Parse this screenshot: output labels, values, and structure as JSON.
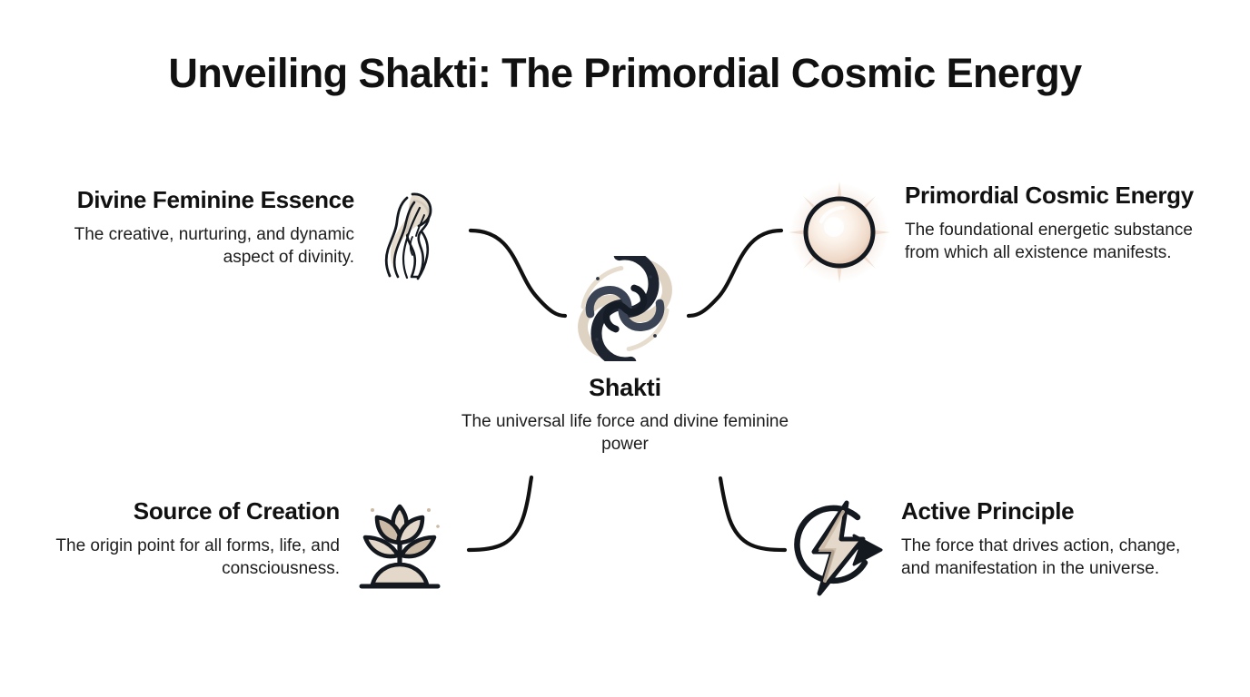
{
  "title": "Unveiling Shakti: The Primordial Cosmic Energy",
  "hub": {
    "icon": "spiral-galaxy-vortex-icon",
    "label": "Shakti",
    "description": "The universal life force and divine feminine power"
  },
  "nodes": [
    {
      "id": "divine-feminine-essence",
      "position": "top-left",
      "icon": "divine-feminine-silhouette-icon",
      "title": "Divine Feminine Essence",
      "description": "The creative, nurturing, and dynamic aspect of divinity."
    },
    {
      "id": "primordial-cosmic-energy",
      "position": "top-right",
      "icon": "glowing-orb-icon",
      "title": "Primordial Cosmic Energy",
      "description": "The foundational energetic substance from which all existence manifests."
    },
    {
      "id": "source-of-creation",
      "position": "bottom-left",
      "icon": "sprouting-plant-icon",
      "title": "Source of Creation",
      "description": "The origin point for all forms, life, and consciousness."
    },
    {
      "id": "active-principle",
      "position": "bottom-right",
      "icon": "lightning-bolt-cycle-icon",
      "title": "Active Principle",
      "description": "The force that drives action, change, and manifestation in the universe."
    }
  ],
  "colors": {
    "background": "#ffffff",
    "text_primary": "#111111",
    "text_body": "#1c1c1c",
    "connector": "#111111",
    "icon_dark": "#14181f",
    "icon_cream": "#e3d8c9",
    "icon_beige": "#cbbaa6",
    "orb_glow": "#e8c9b4"
  }
}
